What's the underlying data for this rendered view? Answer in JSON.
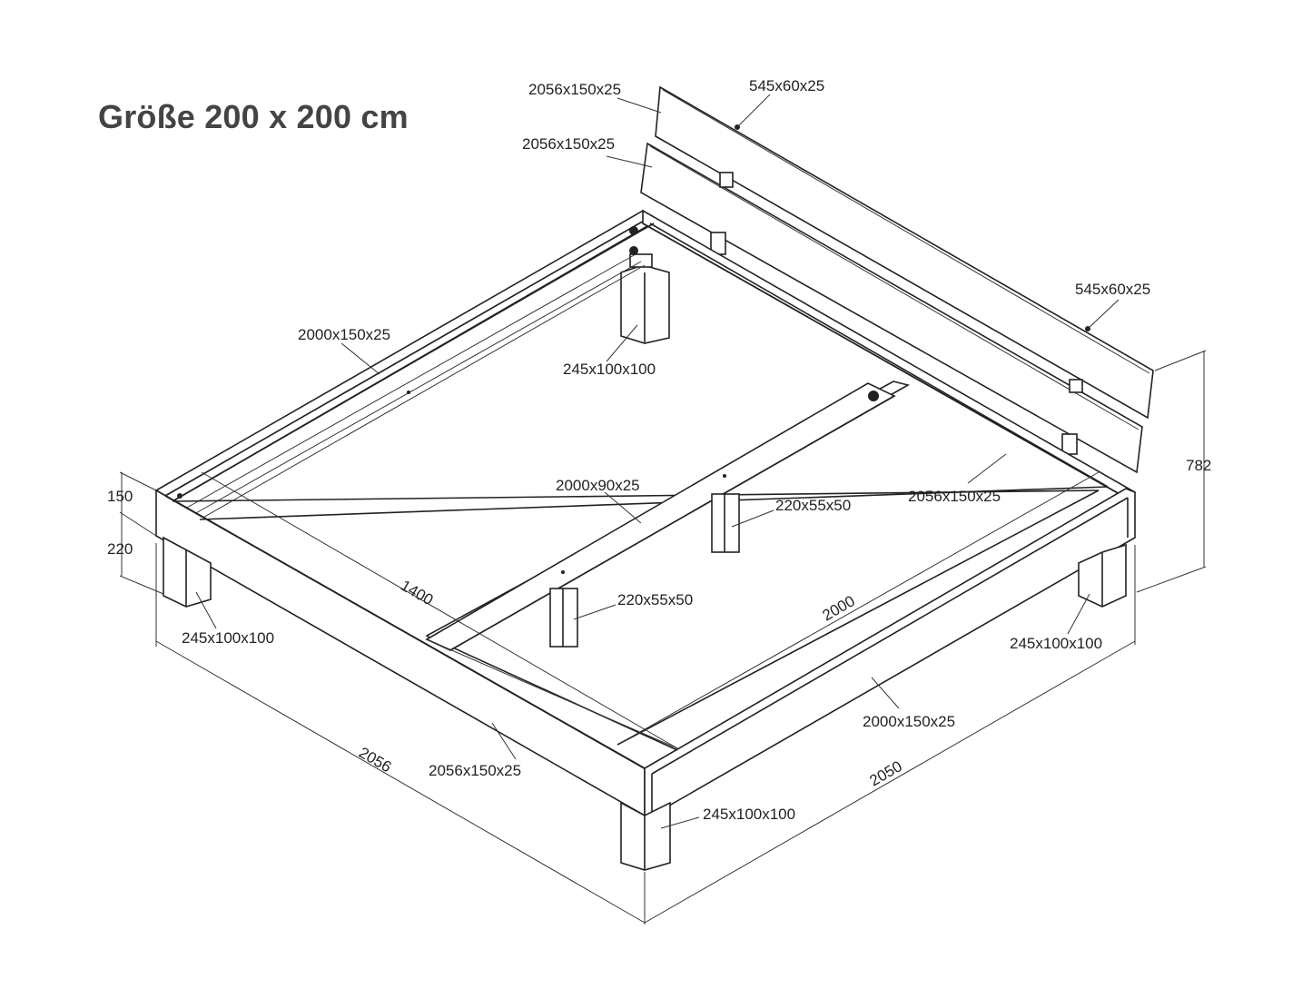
{
  "title": "Größe 200 x 200 cm",
  "labels": {
    "headboard_plank_top": "2056x150x25",
    "headboard_plank_bottom": "2056x150x25",
    "headboard_post_top": "545x60x25",
    "headboard_post_right": "545x60x25",
    "headboard_height": "782",
    "left_rail": "2000x150x25",
    "back_leg": "245x100x100",
    "center_rail": "2000x90x25",
    "center_leg_back": "220x55x50",
    "center_leg_front": "220x55x50",
    "head_rail": "2056x150x25",
    "rail_height": "150",
    "leg_height": "220",
    "front_left_leg": "245x100x100",
    "inner_width": "1400",
    "inner_length": "2000",
    "right_front_leg": "245x100x100",
    "right_rail": "2000x150x25",
    "foot_rail": "2056x150x25",
    "front_leg": "245x100x100",
    "overall_width": "2056",
    "overall_length": "2050"
  }
}
